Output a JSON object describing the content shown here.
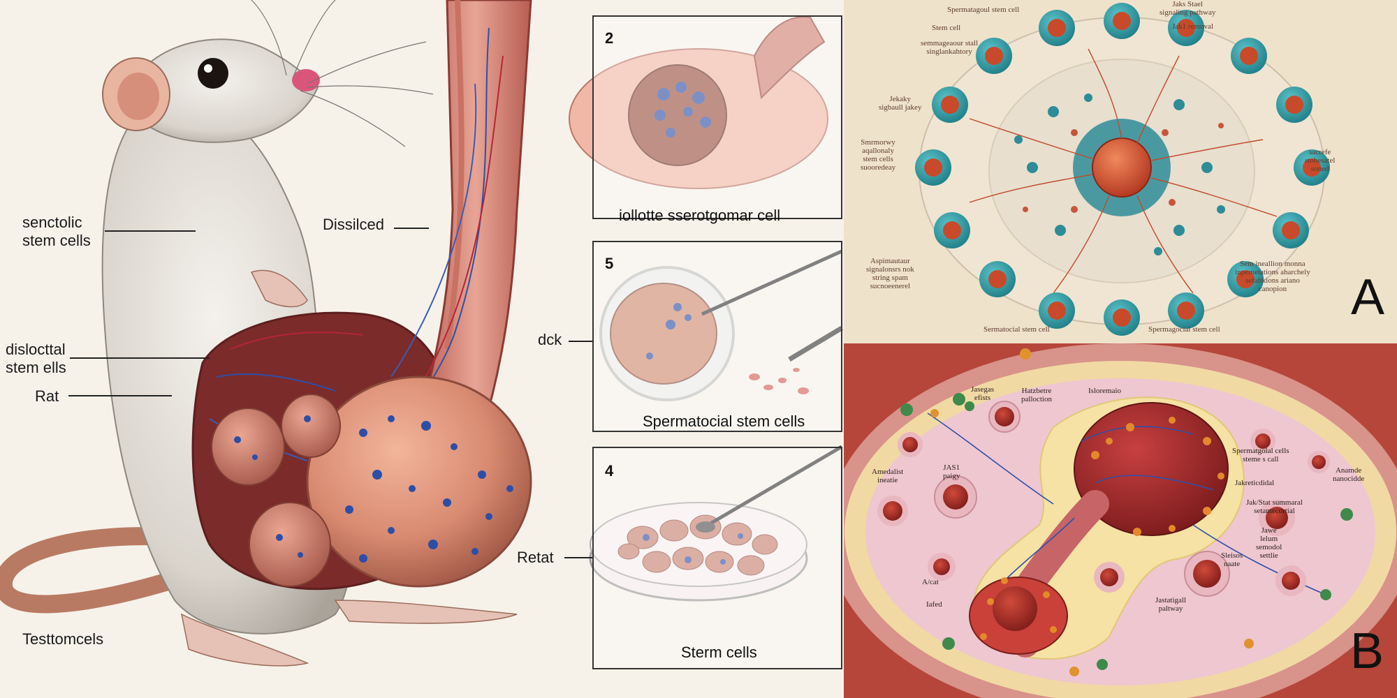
{
  "left_panel": {
    "labels": {
      "senctolic": "senctolic\nstem cells",
      "dissilced": "Dissilced",
      "dislocttal": "dislocttal\nstem ells",
      "rat": "Rat",
      "testtomcels": "Testtomcels",
      "dck": "dck",
      "retat": "Retat"
    },
    "frames": [
      {
        "number": "2",
        "caption": "iollotte sserotgomar  cell"
      },
      {
        "number": "5",
        "caption": "Spermatocial stem cells"
      },
      {
        "number": "4",
        "caption": "Sterm cells"
      }
    ]
  },
  "top_right_panel": {
    "letter": "A",
    "labels": {
      "t1": "Spermatagoul stem cell",
      "t2": "Jaks Stael\nsignaling pathway",
      "t3": "Stem cell",
      "t4": "Jak1 removal",
      "t5": "semmageaour stall\nsinglankahtory",
      "t6": "Jekaky\nsigbaull jakey",
      "t7": "Smrmorwy\naqallonaly\nstem cells\nsuooredeay",
      "t8": "sacrefe\nstohesatel\nsoned",
      "t9": "Aspimautaur\nsignalonsrs nok\nstring  spam\nsucnoeenerel",
      "t10": "Sem ineallion monna\ninpernetations aharchely\nsefaltkions ariano\ncanopion",
      "b1": "Sermatocial stem cell",
      "b2": "Spermagocial stem cell"
    }
  },
  "bottom_right_panel": {
    "letter": "B",
    "labels": {
      "l1": "Jasegas\nefists",
      "l2": "Hatzbetre\npalloction",
      "l3": "Isloremaio",
      "l4": "Spermatgolal cells\nsteme s call",
      "l5": "Amedalist\nineatie",
      "l6": "JAS1\npaigy",
      "l7": "Jakreticdidal",
      "l8": "Jak/Stat summaral\nsetamecortial",
      "l9": "Anamde\nnanocidde",
      "l10": "Jawe\nlelum\nsemodol\nsettlie",
      "l11": "Sleisos\nnaate",
      "l12": "A/cat",
      "l13": "Iafed",
      "l14": "Jastatigall\npaltway"
    }
  }
}
